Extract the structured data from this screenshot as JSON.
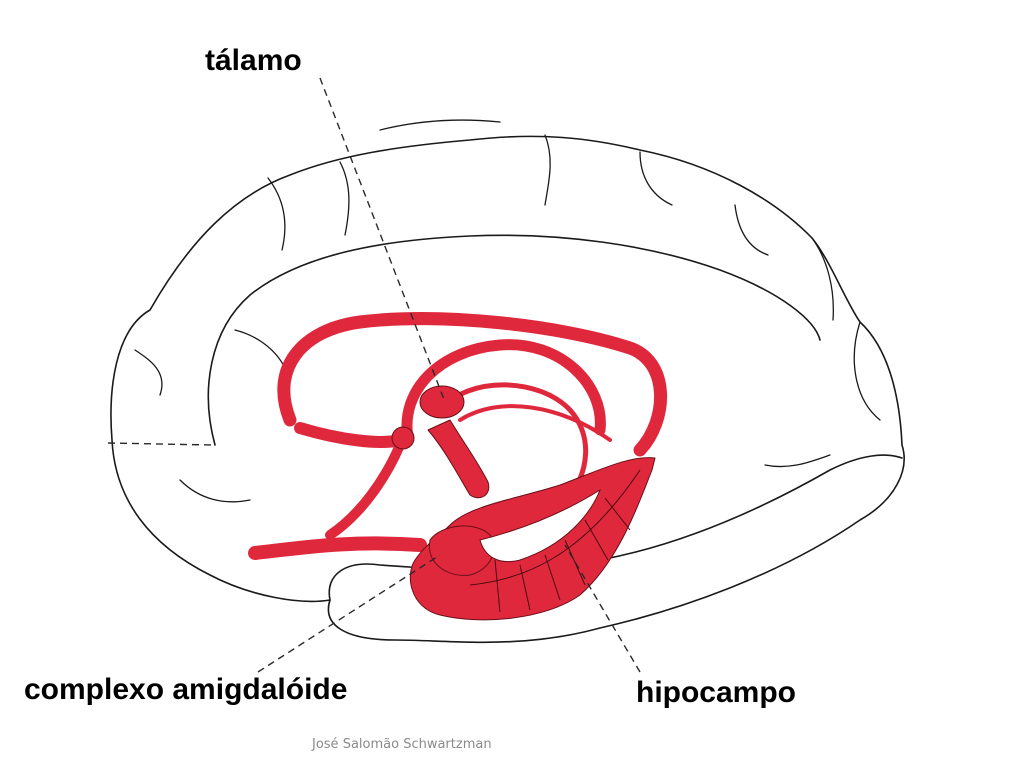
{
  "labels": {
    "thalamus": "tálamo",
    "amygdala": "complexo amigdalóide",
    "hippocampus": "hipocampo"
  },
  "credit": "José Salomão Schwartzman",
  "colors": {
    "limbic_accent": "#e0283c",
    "outline": "#1a1a1a",
    "background": "#ffffff"
  }
}
